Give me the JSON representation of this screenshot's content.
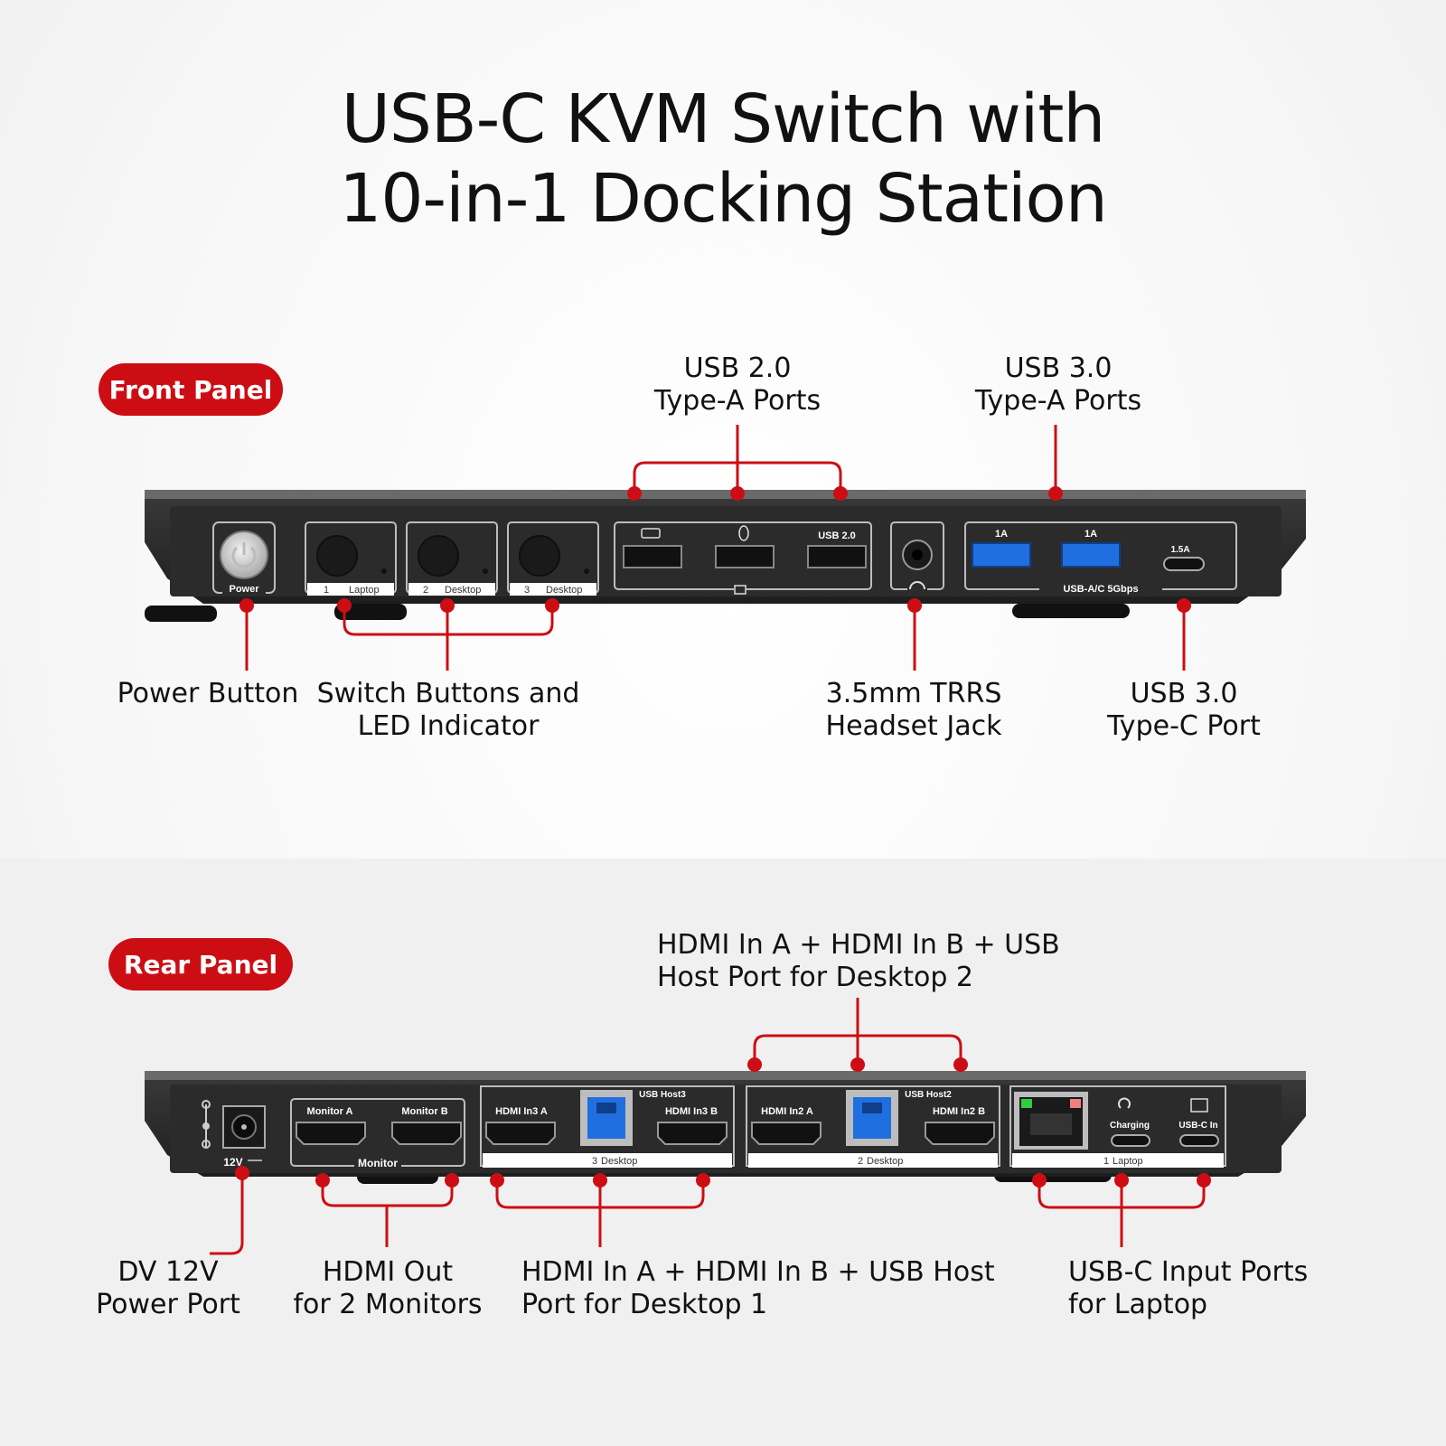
{
  "title": {
    "line1": "USB-C KVM Switch with",
    "line2": "10-in-1 Docking Station"
  },
  "front": {
    "badge": "Front Panel",
    "callouts": {
      "usb20": [
        "USB 2.0",
        "Type-A Ports"
      ],
      "usb30a": [
        "USB 3.0",
        "Type-A Ports"
      ],
      "power": [
        "Power Button"
      ],
      "switch": [
        "Switch Buttons and",
        "LED Indicator"
      ],
      "jack": [
        "3.5mm TRRS",
        "Headset Jack"
      ],
      "usbc": [
        "USB 3.0",
        "Type-C Port"
      ]
    },
    "device": {
      "power_label": "Power",
      "buttons": [
        {
          "num": "1",
          "name": "Laptop"
        },
        {
          "num": "2",
          "name": "Desktop"
        },
        {
          "num": "3",
          "name": "Desktop"
        }
      ],
      "usb20_text": "USB 2.0",
      "usb30_currents": [
        "1A",
        "1A",
        "1.5A"
      ],
      "usb30_group": "USB-A/C 5Gbps"
    }
  },
  "rear": {
    "badge": "Rear Panel",
    "callouts": {
      "desktop2": [
        "HDMI In A + HDMI In B + USB",
        "Host Port for Desktop 2"
      ],
      "power": [
        "DV 12V",
        "Power Port"
      ],
      "hdmiout": [
        "HDMI Out",
        "for 2 Monitors"
      ],
      "desktop1": [
        "HDMI In A + HDMI In B + USB Host",
        "Port for Desktop 1"
      ],
      "usbc": [
        "USB-C Input Ports",
        "for Laptop"
      ]
    },
    "device": {
      "dc_label": "12V",
      "monitor_group": "Monitor",
      "monitor_a": "Monitor A",
      "monitor_b": "Monitor B",
      "host3": "USB Host3",
      "in3a": "HDMI In3 A",
      "in3b": "HDMI In3 B",
      "group3": "Desktop",
      "group3_num": "3",
      "host2": "USB Host2",
      "in2a": "HDMI In2 A",
      "in2b": "HDMI In2 B",
      "group2": "Desktop",
      "group2_num": "2",
      "charging": "Charging",
      "usbc_in": "USB-C In",
      "group1": "Laptop",
      "group1_num": "1"
    }
  },
  "colors": {
    "accent": "#cc0e14",
    "device": "#2e2e2e",
    "usb3_blue": "#1f6fe0"
  }
}
